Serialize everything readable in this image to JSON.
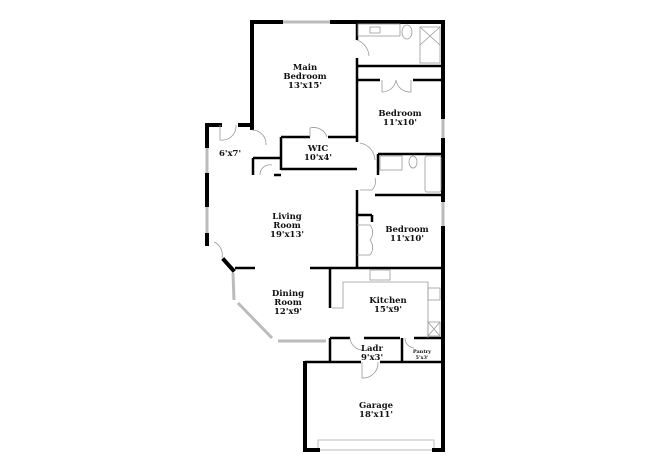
{
  "colors": {
    "wall": "#000000",
    "window": "#cccccc",
    "fixture": "#999999",
    "background": "#ffffff"
  },
  "rooms": [
    {
      "name": "Main\nBedroom",
      "size": "13'x15'"
    },
    {
      "name": "Bedroom",
      "size": "11'x10'"
    },
    {
      "name": "WIC",
      "size": "10'x4'"
    },
    {
      "name": "",
      "size": "6'x7'"
    },
    {
      "name": "Living\nRoom",
      "size": "19'x13'"
    },
    {
      "name": "Bedroom",
      "size": "11'x10'"
    },
    {
      "name": "Dining\nRoom",
      "size": "12'x9'"
    },
    {
      "name": "Kitchen",
      "size": "15'x9'"
    },
    {
      "name": "Ladr",
      "size": "9'x3'"
    },
    {
      "name": "Pantry",
      "size": "5'x3'"
    },
    {
      "name": "Garage",
      "size": "18'x11'"
    }
  ]
}
